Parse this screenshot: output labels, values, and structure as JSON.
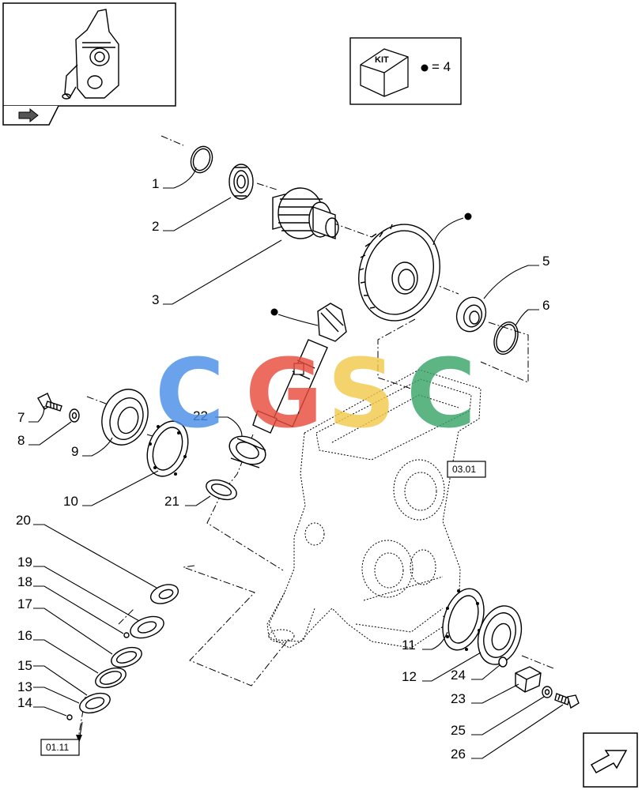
{
  "kit": {
    "label": "KIT",
    "equals": "= 4"
  },
  "refs": {
    "ref_0301": "03.01",
    "ref_0111": "01.11"
  },
  "callouts": [
    "1",
    "2",
    "3",
    "5",
    "6",
    "7",
    "8",
    "9",
    "10",
    "11",
    "12",
    "13",
    "14",
    "15",
    "16",
    "17",
    "18",
    "19",
    "20",
    "21",
    "22",
    "23",
    "24",
    "25",
    "26"
  ],
  "watermark": {
    "letters": [
      "C",
      "G",
      "S",
      "C"
    ],
    "colors": [
      "#4a8fe7",
      "#e84c3d",
      "#f2c94c",
      "#3aa66a"
    ]
  }
}
